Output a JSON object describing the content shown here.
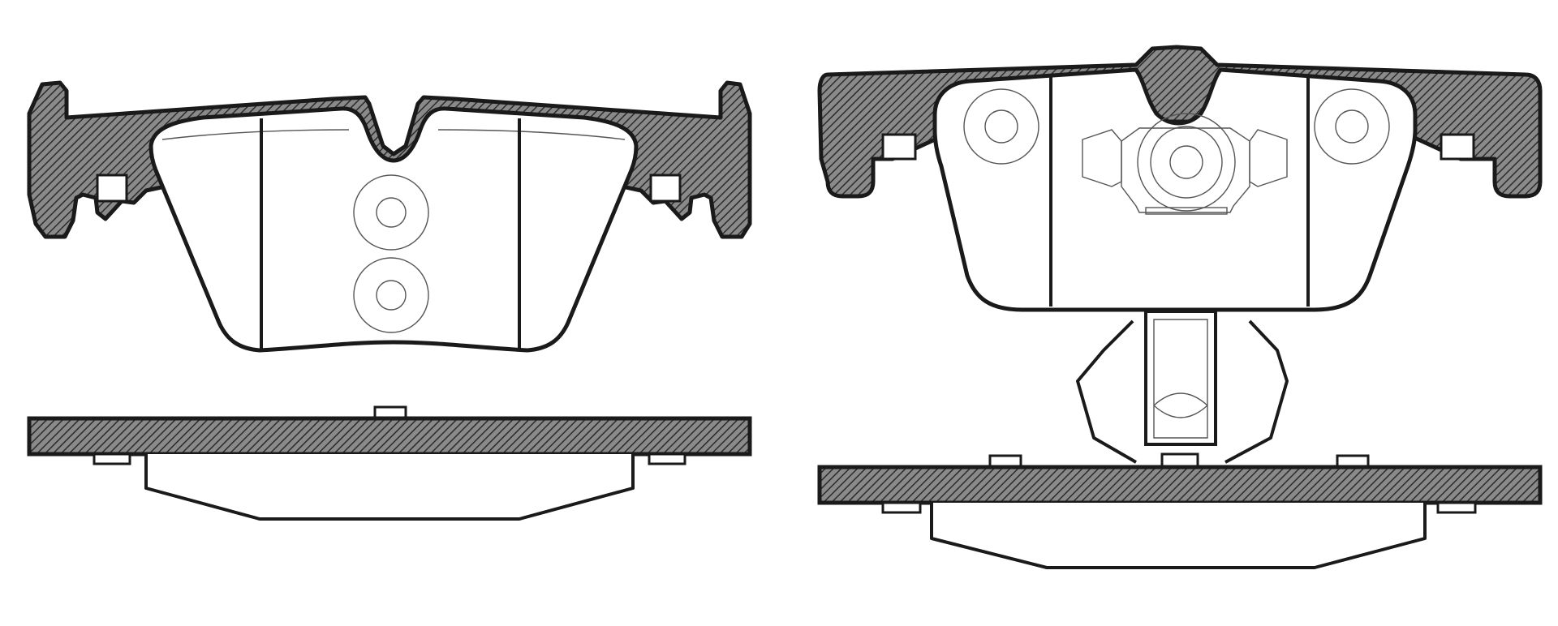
{
  "diagram": {
    "subject": "brake-pad-set",
    "colors": {
      "outline": "#1a1a1a",
      "backing_plate": "#7a7a7a",
      "hatch": "#2b2b2b",
      "friction_fill": "#ffffff",
      "background": "#ffffff"
    },
    "views": [
      {
        "id": "left-pad-front-view",
        "shows": [
          "backing-plate",
          "friction-material",
          "slots",
          "rivets",
          "tabs"
        ]
      },
      {
        "id": "left-pad-side-view",
        "shows": [
          "backing-plate",
          "friction-material"
        ]
      },
      {
        "id": "right-pad-front-view",
        "shows": [
          "backing-plate",
          "friction-material",
          "slots",
          "rivets",
          "tabs",
          "retaining-spring"
        ]
      },
      {
        "id": "right-pad-side-view",
        "shows": [
          "backing-plate",
          "friction-material",
          "retaining-clip"
        ]
      }
    ]
  }
}
